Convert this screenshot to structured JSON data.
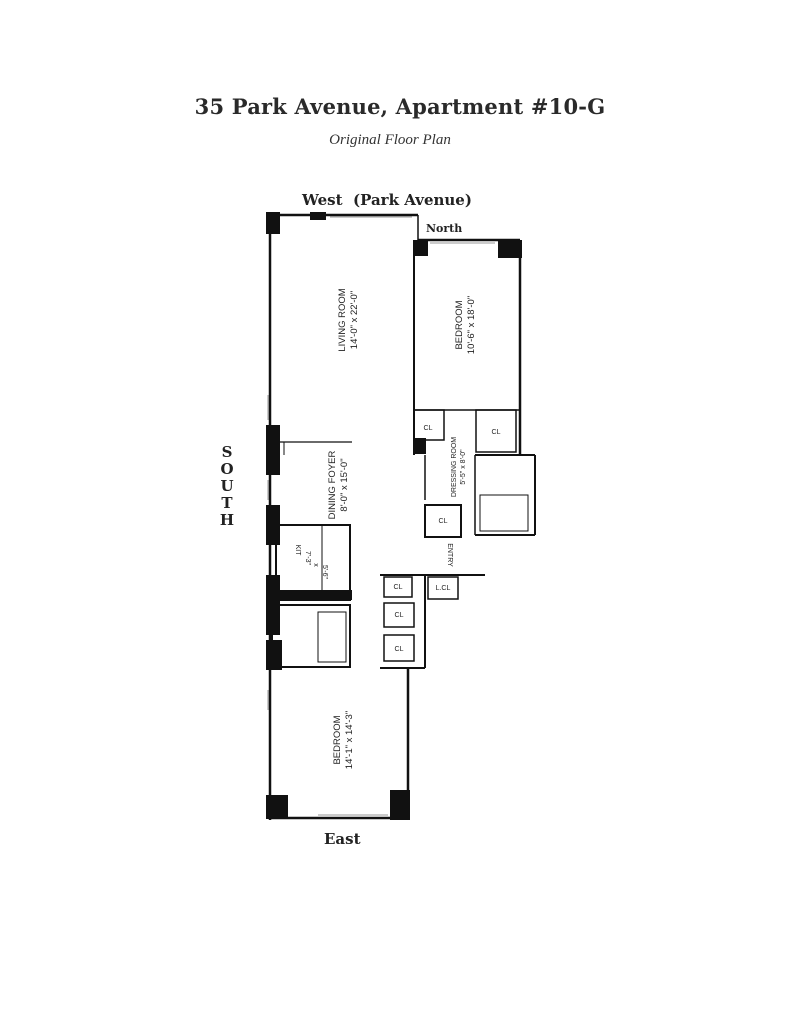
{
  "header": {
    "title": "35 Park Avenue, Apartment #10-G",
    "subtitle": "Original Floor Plan"
  },
  "compass": {
    "west": "West  (Park Avenue)",
    "north": "North",
    "east": "East",
    "south": [
      "S",
      "O",
      "U",
      "T",
      "H"
    ]
  },
  "rooms": {
    "living": {
      "name": "LIVING ROOM",
      "size": "14'-0\" x 22'-0\""
    },
    "bedroom_north": {
      "name": "BEDROOM",
      "size": "10'-6\" x 18'-0\""
    },
    "dining": {
      "name": "DINING FOYER",
      "size": "8'-0\" x 15'-0\""
    },
    "dressing": {
      "name": "DRESSING ROOM",
      "size": "5'-5\" x 8'-0\""
    },
    "kitchen": {
      "name": "KIT",
      "size": "7'-3\"",
      "by": "x",
      "size2": "5'-6\""
    },
    "entry": {
      "name": "ENTRY"
    },
    "bedroom_south": {
      "name": "BEDROOM",
      "size": "14'-1\" x 14'-3\""
    }
  },
  "closets": {
    "label": "CL",
    "linen_label": "L.CL"
  }
}
